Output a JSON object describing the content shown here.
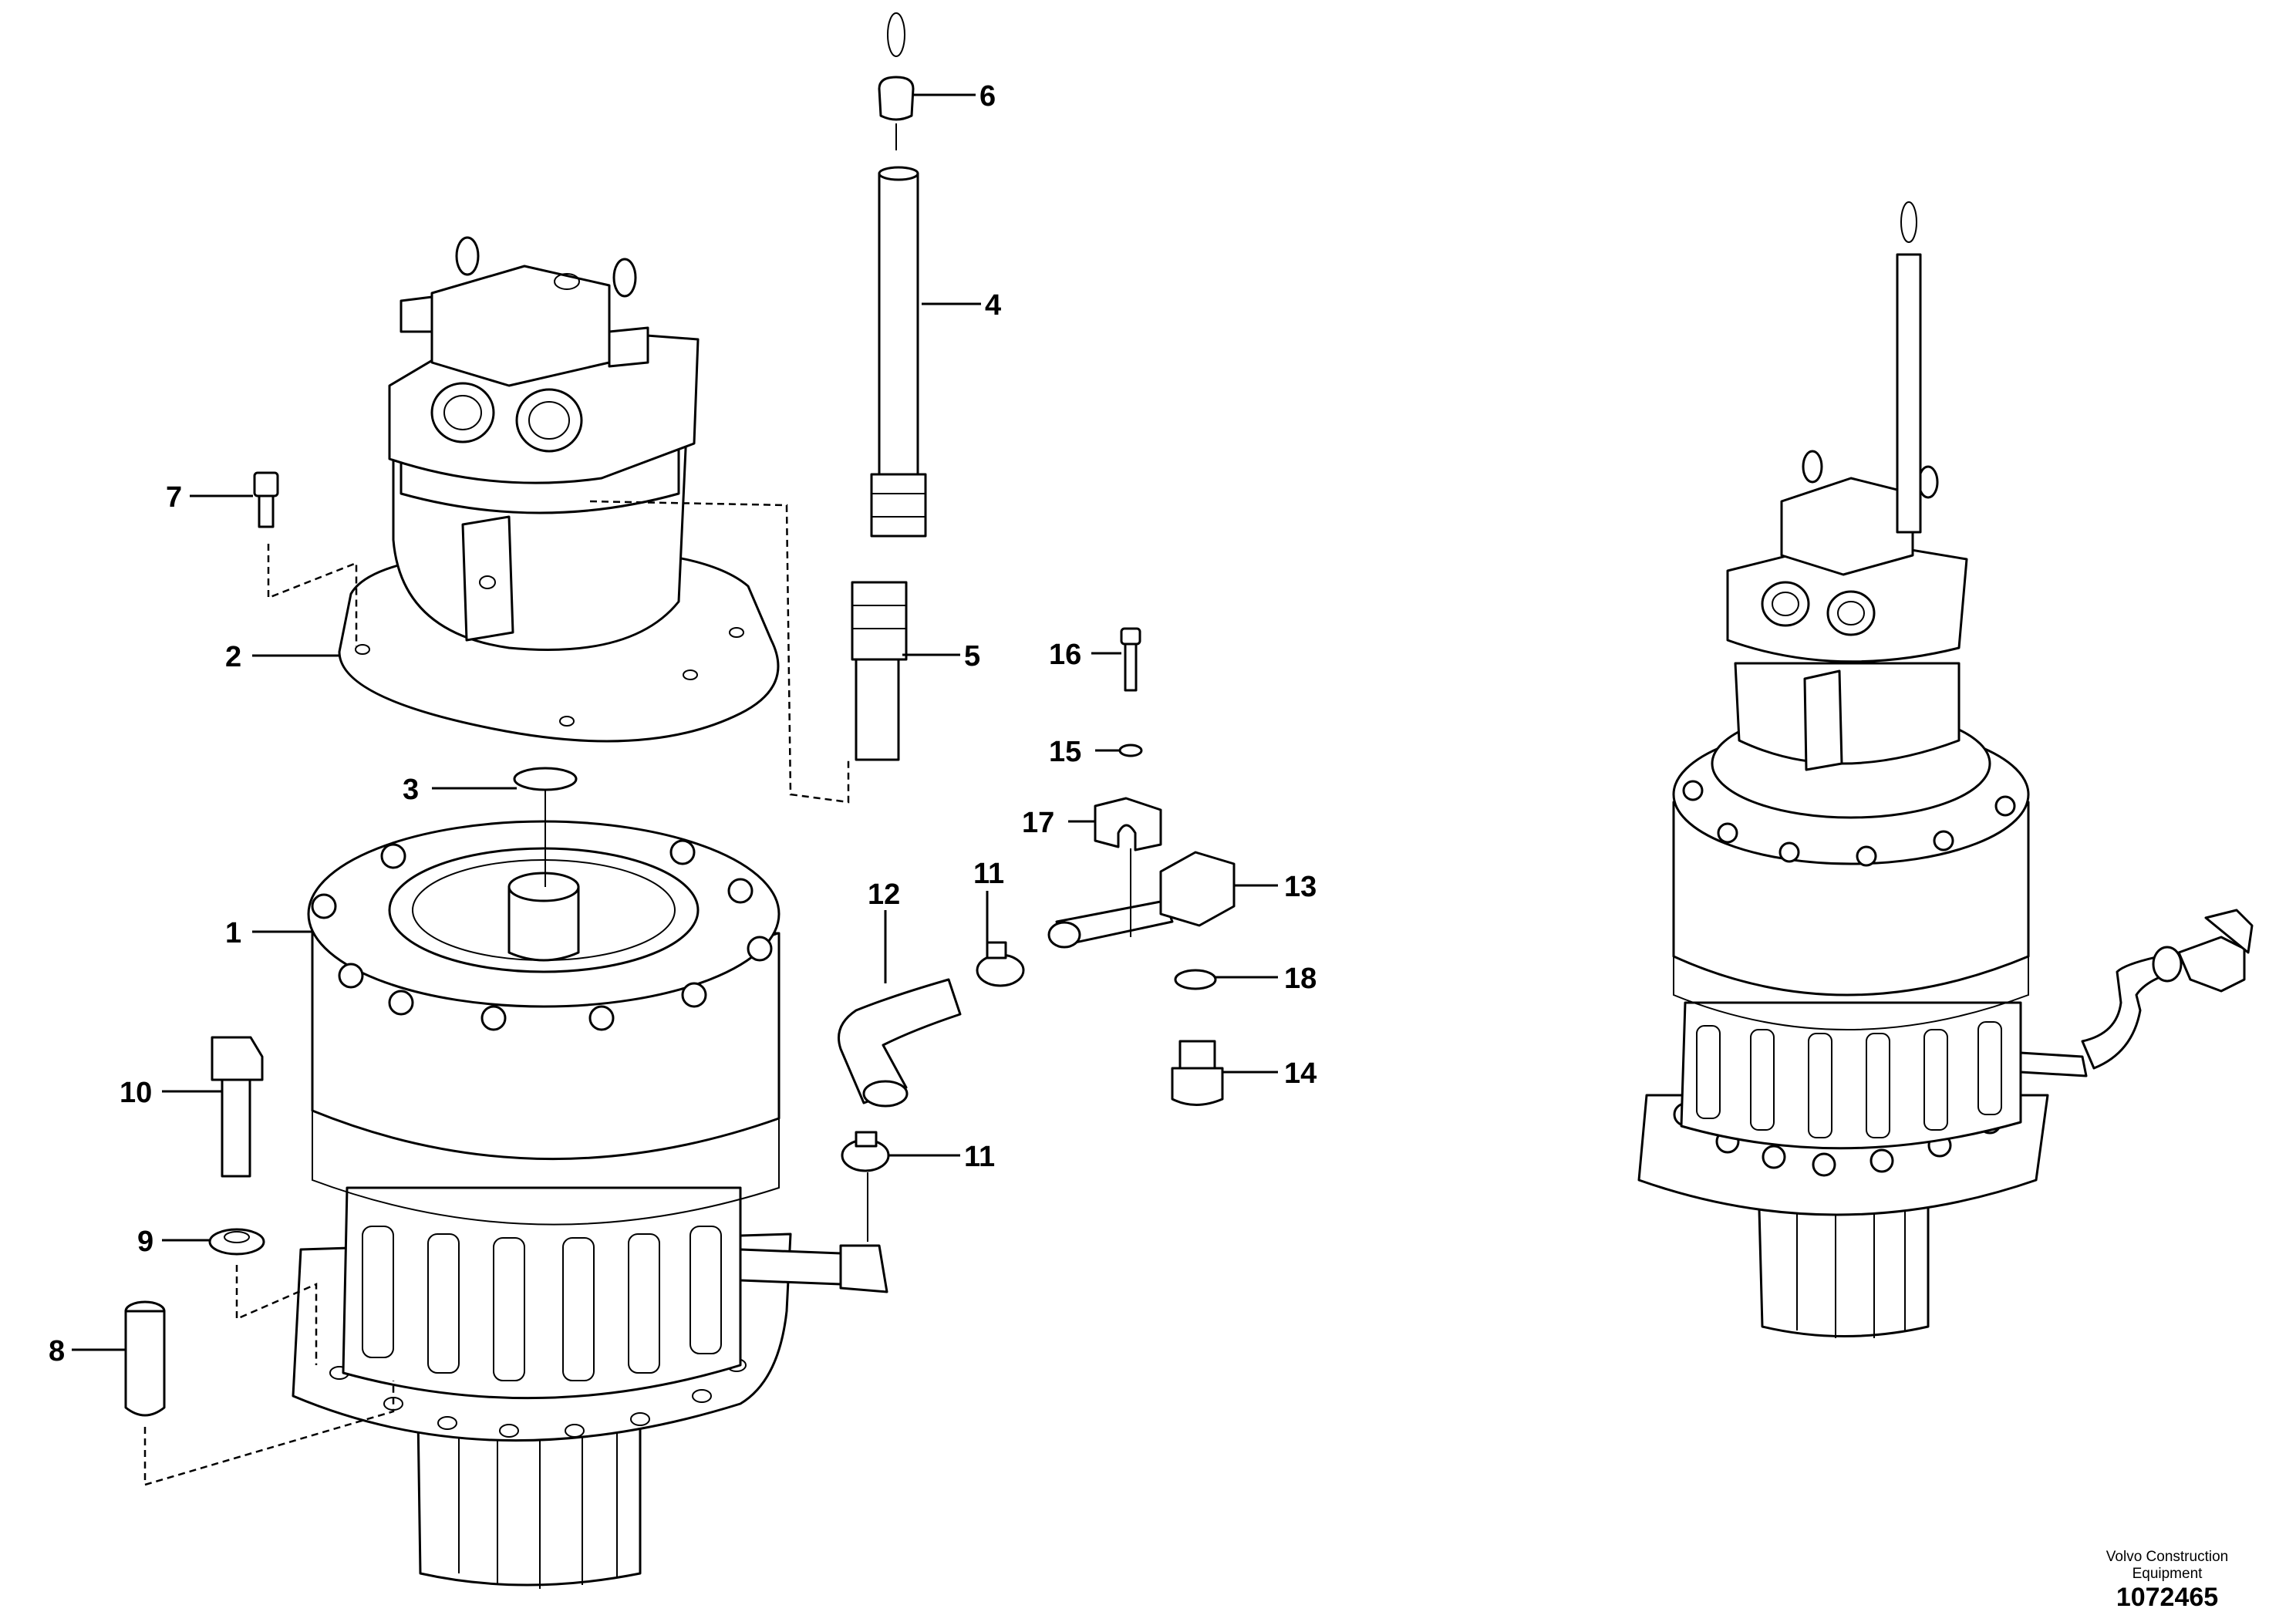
{
  "diagram": {
    "callouts": {
      "c1": "1",
      "c2": "2",
      "c3": "3",
      "c4": "4",
      "c5": "5",
      "c6": "6",
      "c7": "7",
      "c8": "8",
      "c9": "9",
      "c10": "10",
      "c11a": "11",
      "c11b": "11",
      "c12": "12",
      "c13": "13",
      "c14": "14",
      "c15": "15",
      "c16": "16",
      "c17": "17",
      "c18": "18"
    }
  },
  "footer": {
    "credit_line1": "Volvo Construction",
    "credit_line2": "Equipment",
    "drawing_number": "1072465"
  }
}
